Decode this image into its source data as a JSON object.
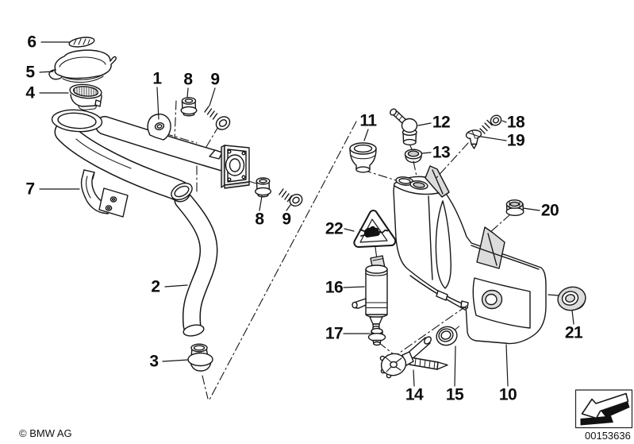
{
  "diagram": {
    "type": "exploded-parts-diagram",
    "subject": "windscreen-washer-fluid-reservoir-with-pump-filler-pipe-and-mounting-hardware",
    "line_color": "#161616",
    "shade_color": "#dcdcdc",
    "background": "#ffffff",
    "callouts": [
      {
        "num": "6"
      },
      {
        "num": "5"
      },
      {
        "num": "4"
      },
      {
        "num": "1"
      },
      {
        "num": "8"
      },
      {
        "num": "9"
      },
      {
        "num": "7"
      },
      {
        "num": "8"
      },
      {
        "num": "9"
      },
      {
        "num": "2"
      },
      {
        "num": "3"
      },
      {
        "num": "11"
      },
      {
        "num": "12"
      },
      {
        "num": "13"
      },
      {
        "num": "18"
      },
      {
        "num": "19"
      },
      {
        "num": "20"
      },
      {
        "num": "22"
      },
      {
        "num": "16"
      },
      {
        "num": "17"
      },
      {
        "num": "14"
      },
      {
        "num": "15"
      },
      {
        "num": "10"
      },
      {
        "num": "21"
      }
    ]
  },
  "footer": {
    "copyright": "© BMW AG",
    "image_number": "00153636",
    "arrow_icon": "arrow-down-left-icon"
  }
}
